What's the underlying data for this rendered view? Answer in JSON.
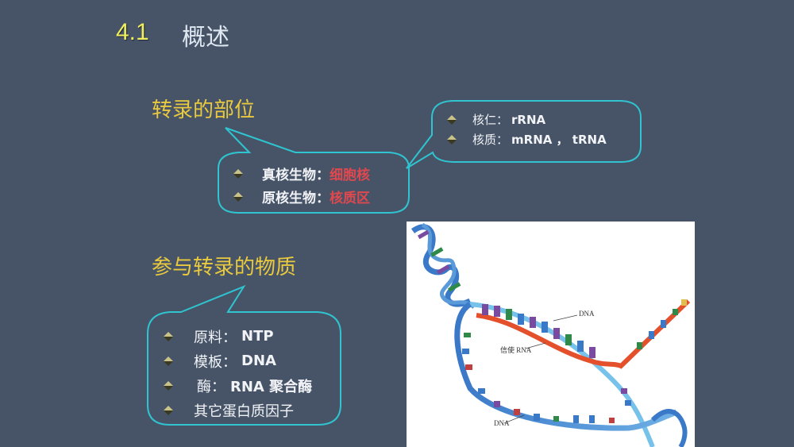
{
  "title": {
    "number": "4.1",
    "text": "概述"
  },
  "section1": {
    "heading": "转录的部位",
    "bubble_main": {
      "items": [
        {
          "label": "真核生物：",
          "value": "细胞核"
        },
        {
          "label": "原核生物：",
          "value": "核质区"
        }
      ]
    },
    "bubble_detail": {
      "items": [
        {
          "label": "核仁：",
          "value": "rRNA"
        },
        {
          "label": "核质：",
          "value": "mRNA ， tRNA"
        }
      ]
    }
  },
  "section2": {
    "heading": "参与转录的物质",
    "bubble": {
      "items": [
        {
          "label": "原料：",
          "value": "NTP"
        },
        {
          "label": "模板：",
          "value": "DNA"
        },
        {
          "label": "酶：",
          "value": "RNA 聚合酶"
        },
        {
          "label": "其它蛋白质因子",
          "value": ""
        }
      ]
    }
  },
  "figure": {
    "labels": {
      "dna_top": "DNA",
      "mrna": "信使 RNA",
      "dna_bottom": "DNA"
    }
  },
  "colors": {
    "background": "#475468",
    "title_number": "#f2ef5c",
    "heading": "#e9c93d",
    "bubble_border": "#2fc4cf",
    "highlight_red": "#e0484e"
  }
}
